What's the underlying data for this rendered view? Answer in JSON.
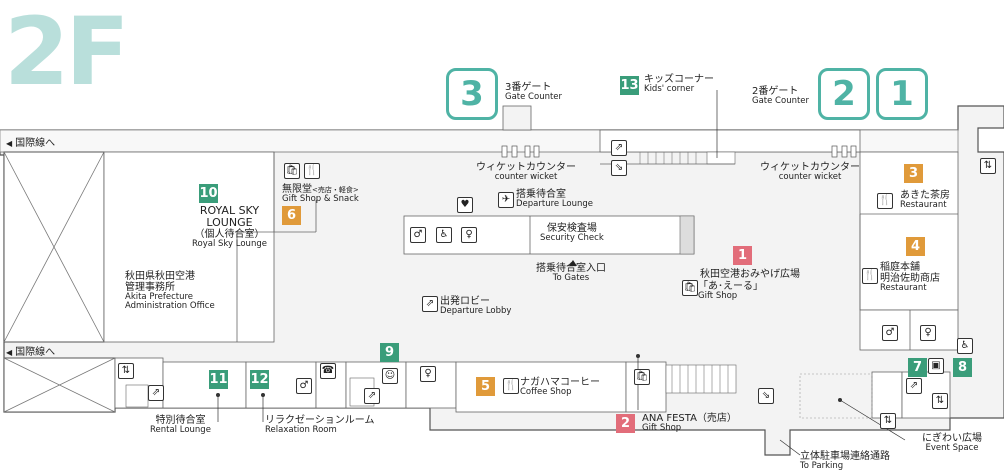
{
  "floor": "2F",
  "gates": [
    {
      "num": "3",
      "jp": "3番ゲート",
      "en": "Gate Counter"
    },
    {
      "num": "2",
      "jp": "2番ゲート",
      "en": "Gate Counter"
    },
    {
      "num": "1"
    }
  ],
  "kids": {
    "num": "13",
    "jp": "キッズコーナー",
    "en": "Kids' corner"
  },
  "intl_top": "国際線へ",
  "intl_bottom": "国際線へ",
  "counter_left": {
    "jp": "ウィケットカウンター",
    "en": "counter wicket"
  },
  "counter_right": {
    "jp": "ウィケットカウンター",
    "en": "counter wicket"
  },
  "departure_lounge": {
    "jp": "搭乗待合室",
    "en": "Departure Lounge"
  },
  "security": {
    "jp": "保安検査場",
    "en": "Security Check"
  },
  "to_gates": {
    "jp": "搭乗待合室入口",
    "en": "To Gates"
  },
  "lobby": {
    "jp": "出発ロビー",
    "en": "Departure Lobby"
  },
  "admin": {
    "jp1": "秋田県秋田空港",
    "jp2": "管理事務所",
    "en1": "Akita Prefecture",
    "en2": "Administration Office"
  },
  "facilities": [
    {
      "num": "1",
      "jp": "秋田空港おみやげ広場",
      "jp2": "「あ･えーる」",
      "en": "Gift Shop"
    },
    {
      "num": "2",
      "jp": "ANA FESTA（売店）",
      "en": "Gift Shop"
    },
    {
      "num": "3",
      "jp": "あきた茶房",
      "en": "Restaurant"
    },
    {
      "num": "4",
      "jp": "稲庭本舗",
      "jp2": "明治佐助商店",
      "en": "Restaurant"
    },
    {
      "num": "5",
      "jp": "ナガハマコーヒー",
      "en": "Coffee Shop"
    },
    {
      "num": "6",
      "jp": "無限堂",
      "jp_small": "<売店・軽食>",
      "en": "Gift Shop & Snack"
    },
    {
      "num": "7"
    },
    {
      "num": "8"
    },
    {
      "num": "9"
    },
    {
      "num": "10",
      "line1": "ROYAL SKY",
      "line2": "LOUNGE",
      "jp": "（個人待合室）",
      "en": "Royal Sky Lounge"
    },
    {
      "num": "11",
      "jp": "特別待合室",
      "en": "Rental Lounge"
    },
    {
      "num": "12",
      "jp": "リラクゼーションルーム",
      "en": "Relaxation Room"
    }
  ],
  "event_space": {
    "jp": "にぎわい広場",
    "en": "Event Space"
  },
  "parking": {
    "jp": "立体駐車場連絡通路",
    "en": "To Parking"
  },
  "colors": {
    "floor": "#b9dfdb",
    "gate": "#4fb3a5",
    "green": "#3a9d7a",
    "orange": "#e09a3a",
    "pink": "#e26d7a",
    "wall": "#555555",
    "floor_fill": "#f3f3f3"
  }
}
